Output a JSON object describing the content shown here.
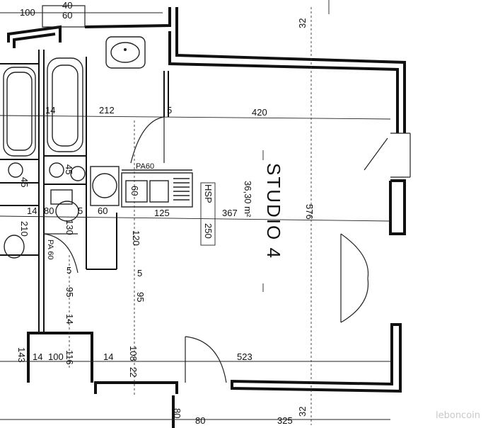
{
  "plan": {
    "room_name": "STUDIO  4",
    "room_area": "36,30 m²",
    "dims": {
      "d_100": "100",
      "d_40": "40",
      "d_60_top": "60",
      "d_32_top": "32",
      "d_212": "212",
      "d_5_a": "5",
      "d_420": "420",
      "d_14_a": "14",
      "d_pa60_a": "PA60",
      "d_45_a": "45",
      "d_45_b": "45",
      "d_60_sink": "60",
      "d_14_b": "14",
      "d_80_a": "80",
      "d_5_b": "5",
      "d_60_b": "60",
      "d_125": "125",
      "d_367": "367",
      "d_576": "576",
      "d_210": "210",
      "d_130": "130",
      "d_120": "120",
      "d_hsp": "HSP",
      "d_250": "250",
      "d_pa60_b": "PA 60",
      "d_5_c": "5",
      "d_5_d": "5",
      "d_95_a": "95",
      "d_95_b": "95",
      "d_14_c": "14",
      "d_143": "143",
      "d_14_d": "14",
      "d_100_b": "100",
      "d_116": "116",
      "d_14_e": "14",
      "d_108": "108",
      "d_22": "22",
      "d_523": "523",
      "d_80_b": "80",
      "d_80_c": "80",
      "d_325": "325",
      "d_32_bottom": "32"
    },
    "watermark": "leboncoin"
  }
}
